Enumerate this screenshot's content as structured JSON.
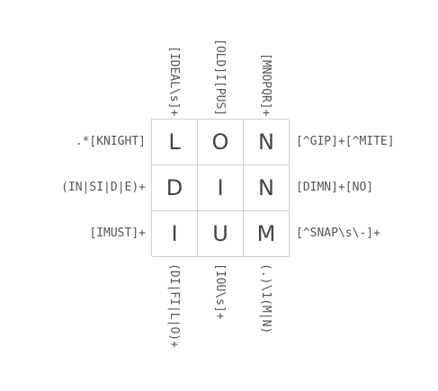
{
  "top_clues": [
    "[IDEAL\\s]+",
    "[OLD]I[PUS]",
    "[MNOPQR]+"
  ],
  "left_clues": [
    ".*[KNIGHT]",
    "(IN|SI|D|E)+",
    "[IMUST]+"
  ],
  "right_clues": [
    "[^GIP]+[^MITE]",
    "[DIMN]+[NO]",
    "[^SNAP\\s\\-]+"
  ],
  "bottom_clues": [
    "(DI|FI|L|O)+",
    "[IOU\\s]+",
    "(.)\\1(M|N)"
  ],
  "grid": [
    [
      "L",
      "O",
      "N"
    ],
    [
      "D",
      "I",
      "N"
    ],
    [
      "I",
      "U",
      "M"
    ]
  ]
}
